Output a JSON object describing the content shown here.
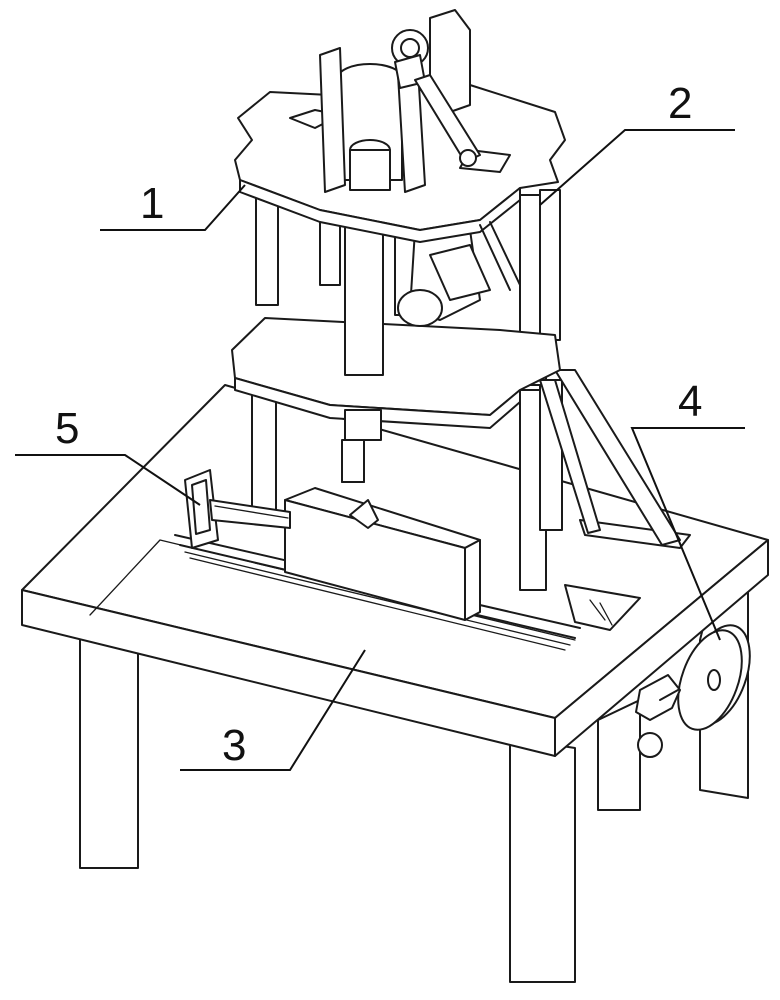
{
  "figure": {
    "callouts": [
      {
        "id": "callout-1",
        "label": "1"
      },
      {
        "id": "callout-2",
        "label": "2"
      },
      {
        "id": "callout-3",
        "label": "3"
      },
      {
        "id": "callout-4",
        "label": "4"
      },
      {
        "id": "callout-5",
        "label": "5"
      }
    ]
  },
  "colors": {
    "line": "#1a1a1a",
    "background": "#ffffff"
  }
}
